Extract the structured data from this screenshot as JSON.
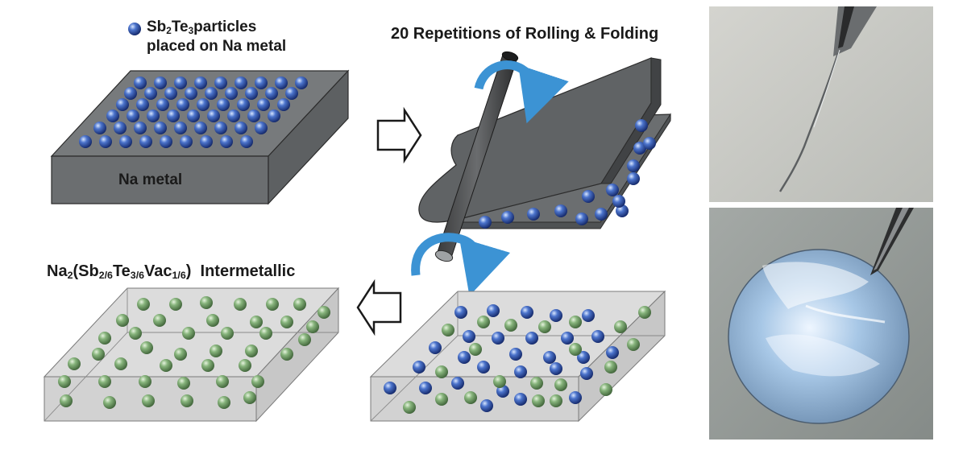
{
  "top_left": {
    "legend_line1_prefix": "Sb",
    "legend_line1_sub1": "2",
    "legend_line1_mid": "Te",
    "legend_line1_sub2": "3",
    "legend_line1_suffix": "particles",
    "legend_line2": "placed on Na metal",
    "slab_label": "Na metal"
  },
  "top_middle": {
    "title": "20 Repetitions of Rolling & Folding"
  },
  "bottom_left": {
    "t1": "Na",
    "s1": "2",
    "t2": "(Sb",
    "s2": "2/6",
    "t3": "Te",
    "s3": "3/6",
    "t4": "Vac",
    "s4": "1/6",
    "t5": ")  Intermetallic"
  },
  "colors": {
    "sb2te3_particle": "#2a4b9e",
    "intermetallic_particle": "#6f9c63",
    "na_metal": "#6b6e70",
    "rotation_arrow": "#3c93d4"
  },
  "icons": [
    "sb2te3-particle-icon",
    "process-arrow-right-icon",
    "process-arrow-left-icon",
    "rolling-rotation-arrow-icon",
    "roller-rod-icon",
    "tweezers-icon"
  ]
}
